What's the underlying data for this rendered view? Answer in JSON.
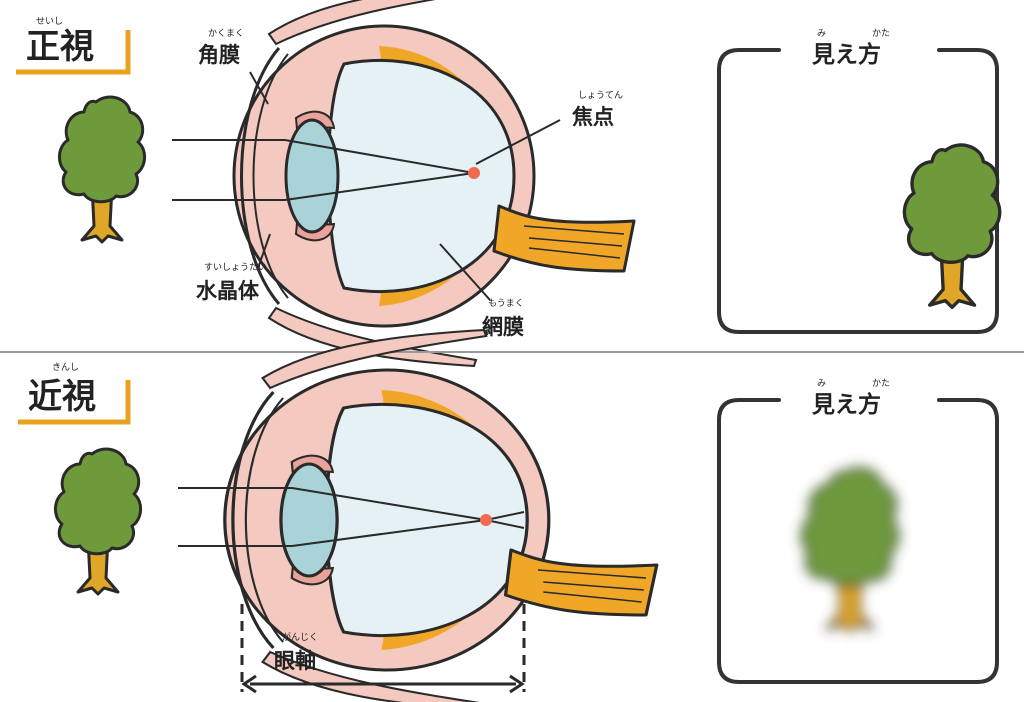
{
  "colors": {
    "accent": "#E8A21E",
    "tree_leaf": "#6E9A3C",
    "tree_trunk": "#E0A627",
    "sclera": "#F3C9C0",
    "choroid": "#F0A728",
    "vitreous": "#E6F1F5",
    "lens": "#A9D3D8",
    "focal_point": "#F26A4F"
  },
  "top": {
    "title": "正視",
    "title_ruby": "せいし",
    "view": {
      "label": "見え方",
      "ruby_1": "み",
      "ruby_2": "かた"
    },
    "labels": {
      "cornea": "角膜",
      "cornea_ruby": "かくまく",
      "lens": "水晶体",
      "lens_ruby": "すいしょうたい",
      "focus": "焦点",
      "focus_ruby": "しょうてん",
      "retina": "網膜",
      "retina_ruby": "もうまく"
    }
  },
  "bottom": {
    "title": "近視",
    "title_ruby": "きんし",
    "view": {
      "label": "見え方",
      "ruby_1": "み",
      "ruby_2": "かた"
    },
    "labels": {
      "axis": "眼軸",
      "axis_ruby": "がんじく"
    }
  }
}
